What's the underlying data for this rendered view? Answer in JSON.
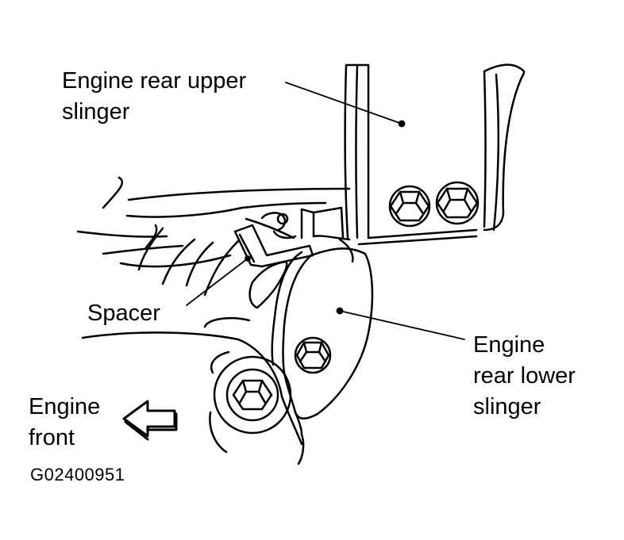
{
  "labels": {
    "upper_slinger": [
      "Engine rear upper",
      "slinger"
    ],
    "spacer": "Spacer",
    "lower_slinger": [
      "Engine",
      "rear lower",
      "slinger"
    ],
    "engine_front": [
      "Engine",
      "front"
    ]
  },
  "figure_code": "G02400951"
}
